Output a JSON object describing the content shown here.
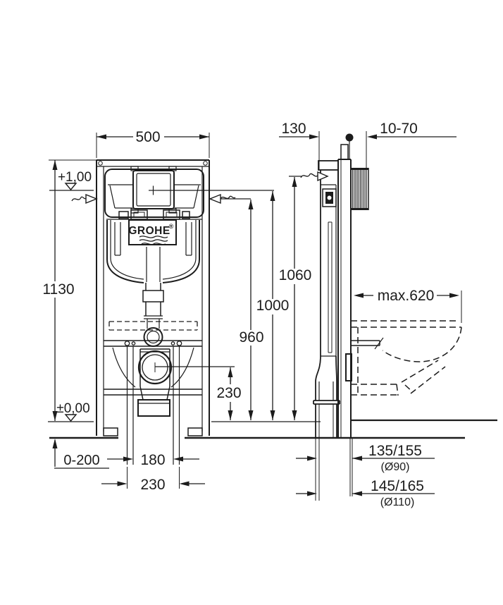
{
  "logo": {
    "brand": "GROHE",
    "registered": "®"
  },
  "front": {
    "width": "500",
    "height": "1130",
    "upper_level": "+1,00",
    "floor_level": "±0,00",
    "foot_adjustment": "0-200",
    "fixing_width_inner": "180",
    "fixing_width_outer": "230",
    "outlet_height": "230"
  },
  "elevations": {
    "cistern_line": "960",
    "actuation_line": "1000",
    "frame_top": "1060"
  },
  "side": {
    "frame_depth": "130",
    "wall_thickness_range": "10-70",
    "bowl_projection": "max.620",
    "outlet_90": "135/155",
    "outlet_90_dia": "(Ø90)",
    "outlet_110": "145/165",
    "outlet_110_dia": "(Ø110)"
  },
  "colors": {
    "line": "#1c1c1c",
    "background": "#ffffff"
  }
}
